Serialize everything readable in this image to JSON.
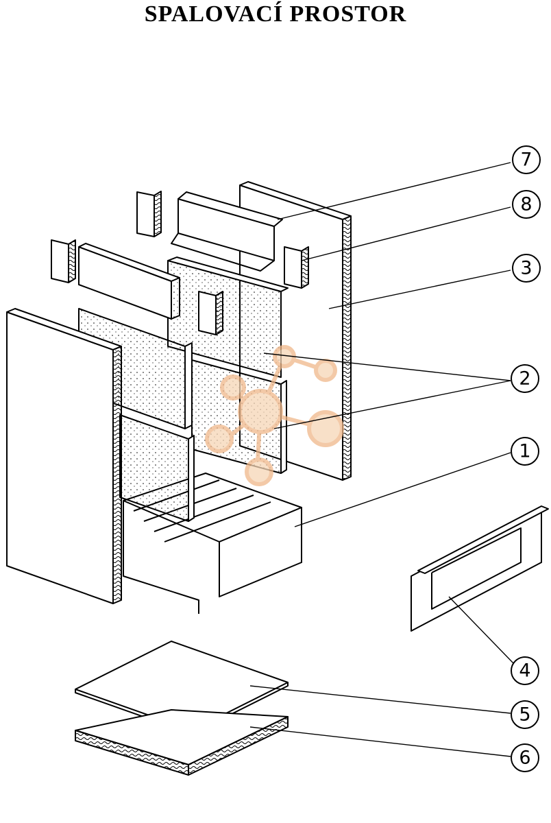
{
  "title": "SPALOVACÍ PROSTOR",
  "callouts": [
    "7",
    "8",
    "3",
    "2",
    "1",
    "4",
    "5",
    "6"
  ],
  "colors": {
    "line": "#000000",
    "watermark": "#f3c8a0"
  }
}
